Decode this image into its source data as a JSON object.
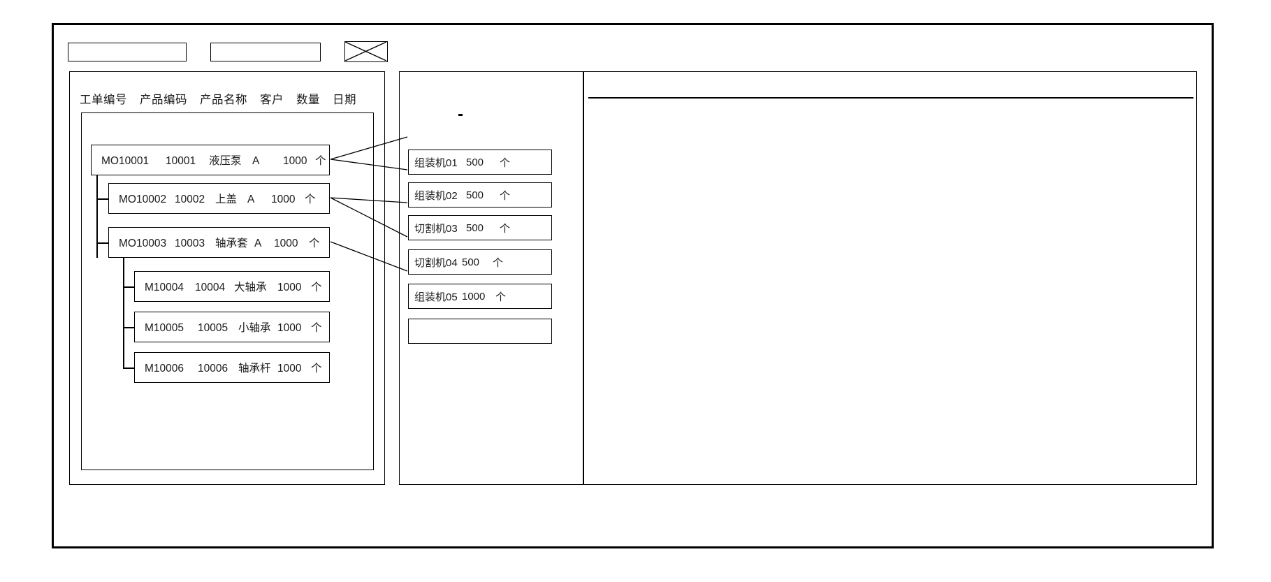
{
  "window": {
    "title": ""
  },
  "toolbar": {
    "field_1_value": "",
    "field_1_placeholder": "",
    "field_2_value": "",
    "field_2_placeholder": "",
    "crossed_box_icon": "crossed-box-icon"
  },
  "left_panel": {
    "columns": [
      "工单编号",
      "产品编码",
      "产品名称",
      "客户",
      "数量",
      "日期"
    ],
    "tree": [
      {
        "level": 0,
        "order_no": "MO10001",
        "product_code": "10001",
        "product_name": "液压泵",
        "customer": "A",
        "quantity": "1000",
        "unit": "个",
        "date": ""
      },
      {
        "level": 1,
        "order_no": "MO10002",
        "product_code": "10002",
        "product_name": "上盖",
        "customer": "A",
        "quantity": "1000",
        "unit": "个",
        "date": ""
      },
      {
        "level": 1,
        "order_no": "MO10003",
        "product_code": "10003",
        "product_name": "轴承套",
        "customer": "A",
        "quantity": "1000",
        "unit": "个",
        "date": ""
      },
      {
        "level": 2,
        "order_no": "M10004",
        "product_code": "10004",
        "product_name": "大轴承",
        "customer": "",
        "quantity": "1000",
        "unit": "个",
        "date": ""
      },
      {
        "level": 2,
        "order_no": "M10005",
        "product_code": "10005",
        "product_name": "小轴承",
        "customer": "",
        "quantity": "1000",
        "unit": "个",
        "date": ""
      },
      {
        "level": 2,
        "order_no": "M10006",
        "product_code": "10006",
        "product_name": "轴承杆",
        "customer": "",
        "quantity": "1000",
        "unit": "个",
        "date": ""
      }
    ]
  },
  "mid_panel": {
    "machines": [
      {
        "name": "组装机01",
        "quantity": "500",
        "unit": "个"
      },
      {
        "name": "组装机02",
        "quantity": "500",
        "unit": "个"
      },
      {
        "name": "切割机03",
        "quantity": "500",
        "unit": "个"
      },
      {
        "name": "切割机04",
        "quantity": "500",
        "unit": "个"
      },
      {
        "name": "组装机05",
        "quantity": "1000",
        "unit": "个"
      }
    ],
    "empty_card_value": ""
  },
  "right_panel": {
    "header_value": "",
    "body_value": ""
  },
  "colors": {
    "stroke": "#000000",
    "background": "#ffffff",
    "text": "#1a1a1a"
  }
}
